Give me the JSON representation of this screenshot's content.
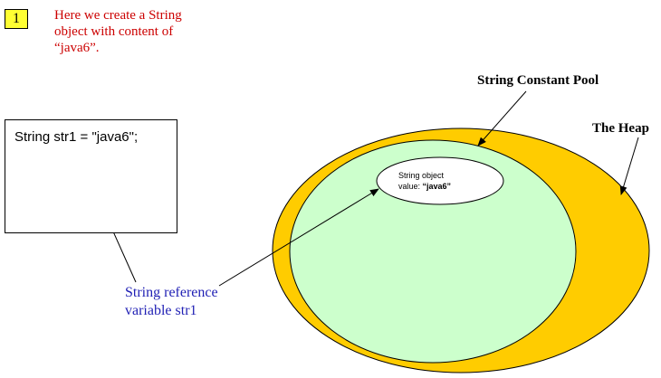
{
  "step": {
    "number": "1"
  },
  "caption": {
    "line1": "Here we create a String",
    "line2": "object with content of",
    "line3": "“java6”."
  },
  "code": {
    "statement": "String str1 = \"java6\";"
  },
  "reference_label": {
    "line1": "String reference",
    "line2": "variable str1"
  },
  "pool_label": "String Constant Pool",
  "heap_label": "The Heap",
  "string_object": {
    "line1": "String object",
    "value_prefix": "value: ",
    "value": "“java6”"
  },
  "colors": {
    "heap_fill": "#ffcc00",
    "pool_fill": "#ccffcc",
    "object_fill": "#ffffff",
    "caption_text": "#cc0000",
    "reference_text": "#1f1fb4",
    "badge_fill": "#ffff33"
  }
}
